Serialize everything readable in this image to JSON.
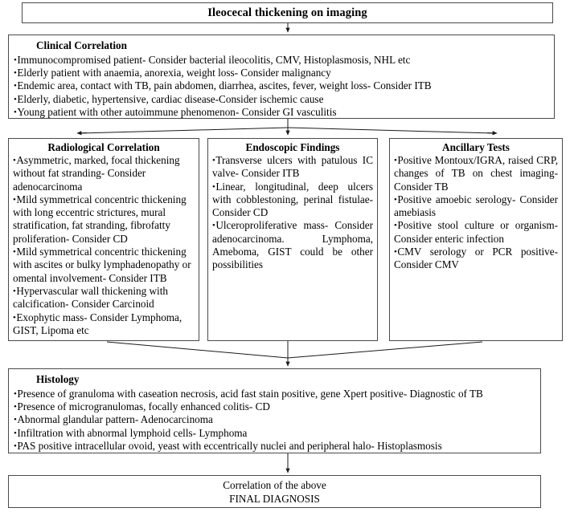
{
  "title": {
    "text": "Ileocecal thickening on imaging"
  },
  "clinical": {
    "heading": "Clinical Correlation",
    "items": [
      "Immunocompromised patient- Consider bacterial ileocolitis, CMV, Histoplasmosis, NHL etc",
      "Elderly patient with anaemia, anorexia, weight loss- Consider malignancy",
      "Endemic area, contact with TB, pain abdomen, diarrhea, ascites, fever, weight loss- Consider ITB",
      "Elderly, diabetic, hypertensive, cardiac disease-Consider ischemic cause",
      "Young patient with other autoimmune phenomenon- Consider GI vasculitis"
    ]
  },
  "radiological": {
    "heading": "Radiological Correlation",
    "items": [
      "Asymmetric, marked, focal thickening without fat stranding- Consider adenocarcinoma",
      "Mild symmetrical concentric thickening with long eccentric strictures, mural stratification, fat stranding, fibrofatty proliferation- Consider CD",
      "Mild symmetrical concentric thickening with ascites or bulky lymphadenopathy or omental involvement- Consider ITB",
      "Hypervascular wall thickening with calcification- Consider Carcinoid",
      "Exophytic mass- Consider Lymphoma, GIST, Lipoma etc"
    ]
  },
  "endoscopic": {
    "heading": "Endoscopic Findings",
    "items": [
      "Transverse ulcers with patulous IC valve- Consider ITB",
      "Linear, longitudinal, deep ulcers with cobblestoning, perinal fistulae- Consider CD",
      "Ulceroproliferative mass- Consider adenocarcinoma.  Lymphoma, Ameboma, GIST could be other possibilities"
    ]
  },
  "ancillary": {
    "heading": "Ancillary Tests",
    "items": [
      "Positive Montoux/IGRA, raised CRP, changes of TB on chest imaging- Consider TB",
      "Positive amoebic serology- Consider amebiasis",
      "Positive stool culture or organism- Consider enteric infection",
      "CMV serology or PCR positive- Consider CMV"
    ]
  },
  "histology": {
    "heading": "Histology",
    "items": [
      "Presence of granuloma with caseation necrosis, acid fast stain positive, gene Xpert positive- Diagnostic of TB",
      "Presence of microgranulomas, focally enhanced colitis- CD",
      "Abnormal glandular pattern- Adenocarcinoma",
      "Infiltration with abnormal lymphoid cells- Lymphoma",
      "PAS positive intracellular ovoid, yeast with eccentrically nuclei and peripheral halo- Histoplasmosis"
    ]
  },
  "final": {
    "line1": "Correlation of the above",
    "line2": "FINAL DIAGNOSIS"
  },
  "colors": {
    "border": "#4a4a4a",
    "text": "#000000",
    "background": "#ffffff",
    "connector": "#1a1a1a"
  }
}
